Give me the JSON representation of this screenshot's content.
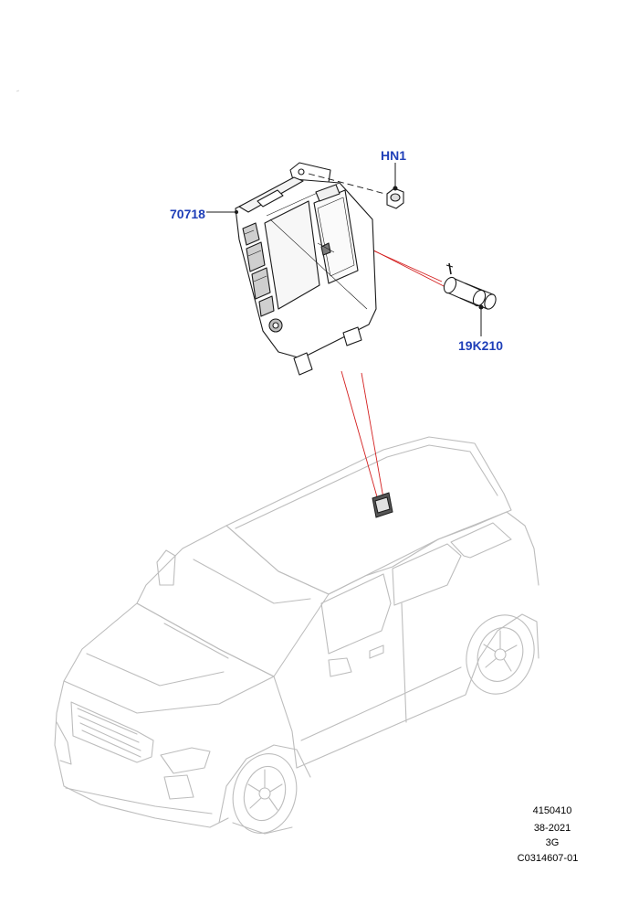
{
  "callouts": {
    "hn1": "HN1",
    "module": "70718",
    "battery": "19K210"
  },
  "reference": {
    "line1": "4150410",
    "line2": "38-2021",
    "line3": "3G",
    "line4": "C0314607-01"
  },
  "colors": {
    "callout_text": "#1f3fb8",
    "locator_lines": "#d42020",
    "vehicle_outline": "#bdbdbd",
    "part_outline": "#1a1a1a"
  }
}
